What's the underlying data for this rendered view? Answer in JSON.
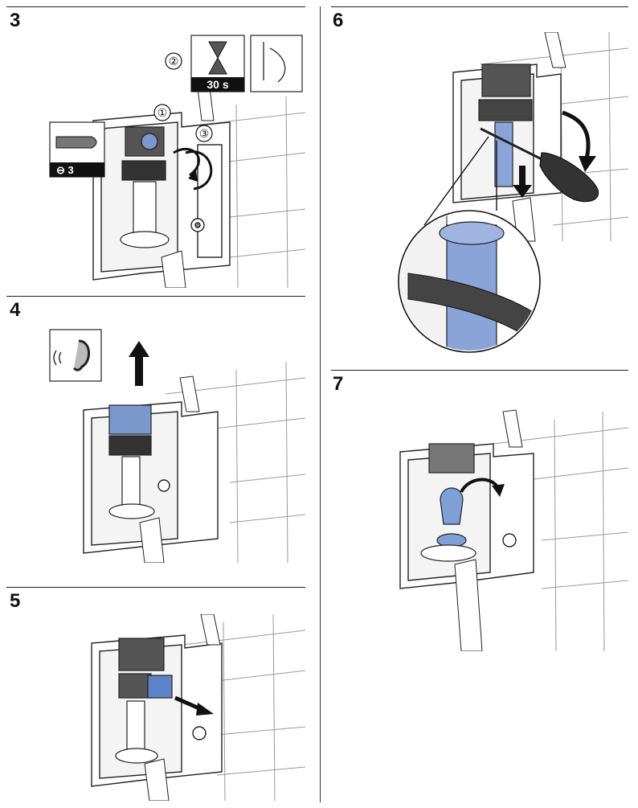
{
  "steps": [
    {
      "number": "3"
    },
    {
      "number": "4"
    },
    {
      "number": "5"
    },
    {
      "number": "6"
    },
    {
      "number": "7"
    }
  ],
  "step3": {
    "callouts": [
      "①",
      "②",
      "③"
    ],
    "timer_label": "30 s",
    "tool_label": "⊖ 3",
    "icons": [
      "hourglass-icon",
      "flush-cistern-icon",
      "screwdriver-blade-icon",
      "rotate-arrow-icon"
    ]
  },
  "step4": {
    "icons": [
      "listen-ear-icon",
      "up-arrow-icon"
    ],
    "accent": "#7b97cc"
  },
  "step5": {
    "icons": [
      "pull-out-arrow-icon"
    ],
    "accent": "#5d83c9"
  },
  "step6": {
    "icons": [
      "screwdriver-icon",
      "curved-arrow-icon",
      "down-arrow-icon",
      "magnifier-detail-icon"
    ],
    "accent": "#8aa4d8"
  },
  "step7": {
    "icons": [
      "rotate-arrow-icon"
    ],
    "accent": "#7f9fd6"
  },
  "colors": {
    "accent_blue": "#7b97cc",
    "line": "#222222",
    "tile_grid": "#9a9a9a"
  }
}
